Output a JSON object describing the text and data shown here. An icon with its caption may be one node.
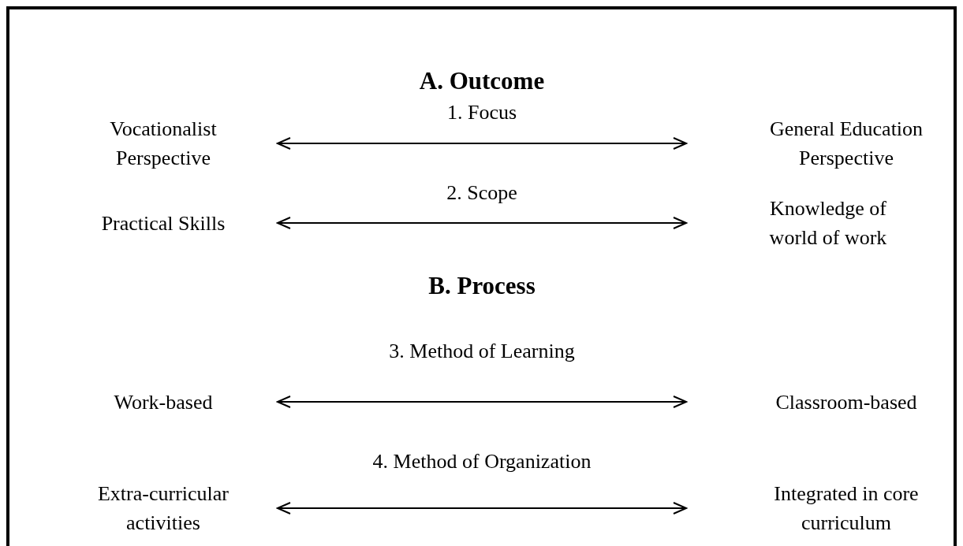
{
  "diagram": {
    "nodes": [
      {
        "text": [
          "Vocationalist Perspective"
        ]
      },
      {
        "text": [
          "General Education Perspective"
        ]
      },
      {
        "text": [
          "Practical Skills"
        ]
      },
      {
        "text": [
          "Knowledge of world of work"
        ]
      },
      {
        "text": [
          "Work-based"
        ]
      },
      {
        "text": [
          "Classroom-based"
        ]
      },
      {
        "text": [
          "Extra-curricular activities"
        ]
      },
      {
        "text": [
          "Integrated in core curriculum"
        ]
      }
    ],
    "edges": [
      {
        "from": 0,
        "to": 1,
        "arrow": "both",
        "label": "1. Focus"
      },
      {
        "from": 2,
        "to": 3,
        "arrow": "both",
        "label": "2. Scope"
      },
      {
        "from": 4,
        "to": 5,
        "arrow": "both",
        "label": "3. Method of Learning"
      },
      {
        "from": 6,
        "to": 7,
        "arrow": "both",
        "label": "4. Method of Organization"
      }
    ],
    "labels": [
      "A. Outcome",
      "B. Process"
    ]
  }
}
